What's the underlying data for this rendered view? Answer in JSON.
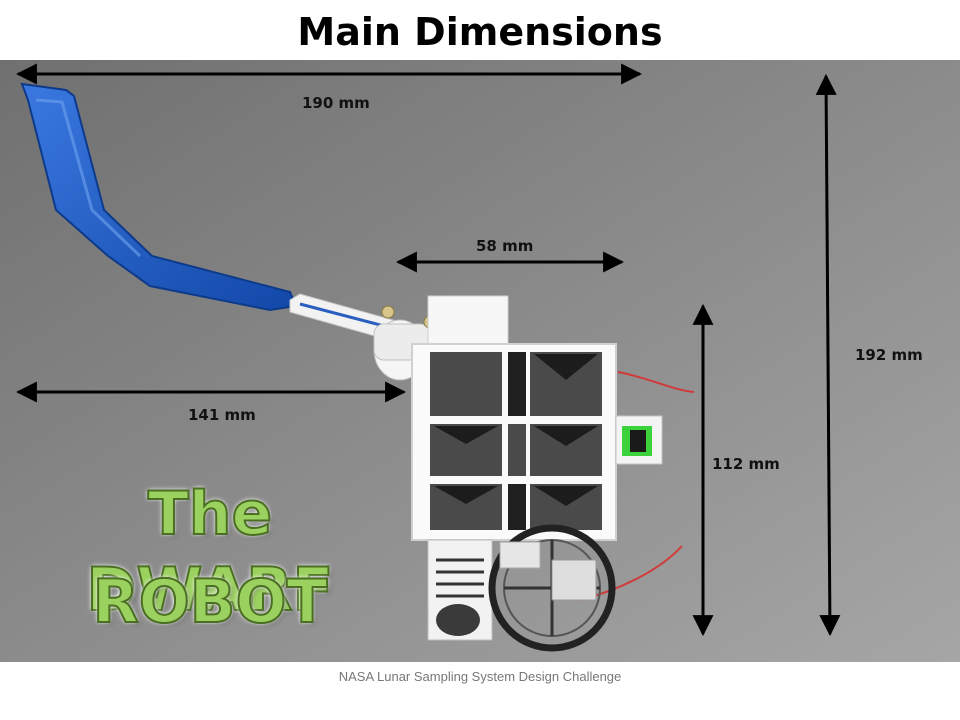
{
  "title": "Main Dimensions",
  "dimensions": {
    "total_length": "190 mm",
    "body_width": "58 mm",
    "total_height": "192 mm",
    "arm_reach": "141 mm",
    "body_height": "112 mm"
  },
  "robot_name": {
    "line1": "The DWARF",
    "line2": "ROBOT"
  },
  "footer": "NASA Lunar Sampling System Design Challenge",
  "colors": {
    "background": "#8c8c8c",
    "arm": "#1e5cc7",
    "label_green": "#9bd15f",
    "wire": "#d23a3a",
    "sensor": "#3cd23c"
  }
}
